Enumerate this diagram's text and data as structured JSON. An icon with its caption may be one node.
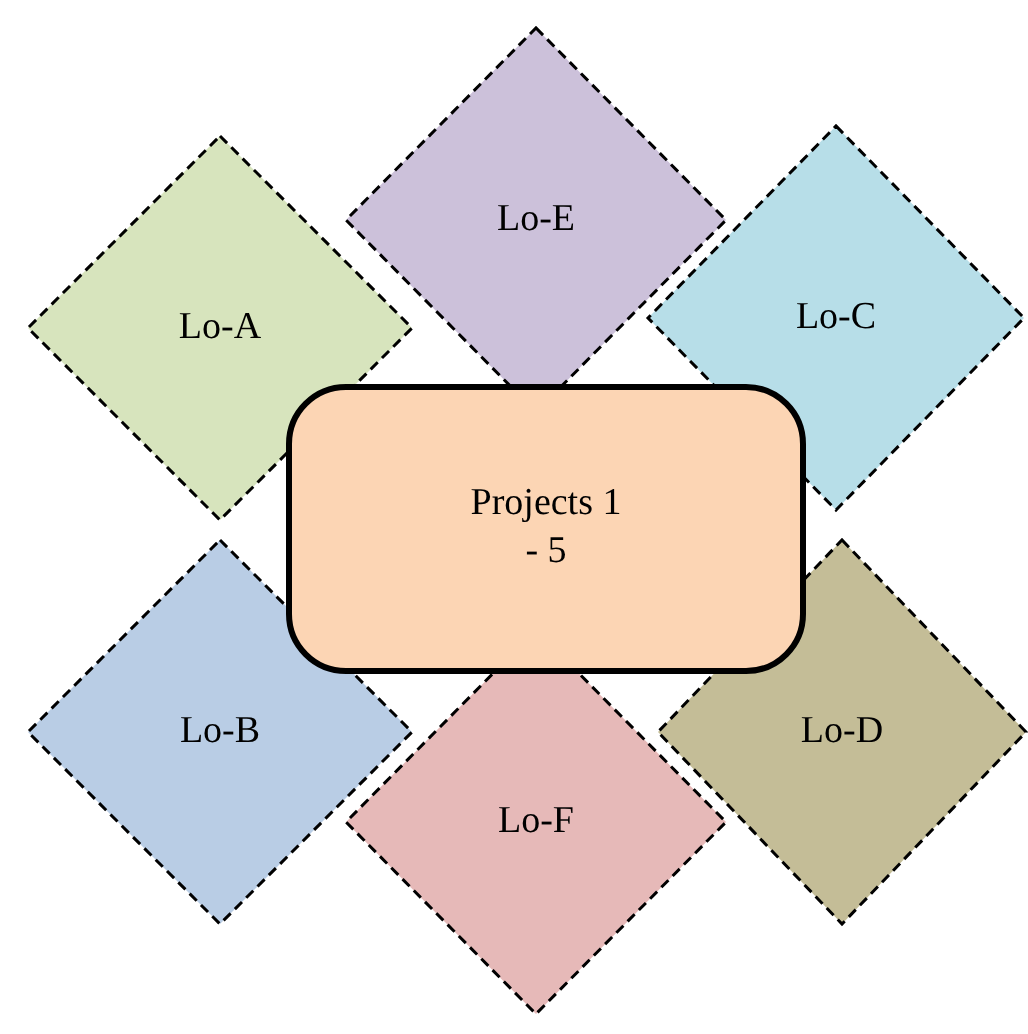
{
  "diagram": {
    "nodes": [
      {
        "text": [
          "Lo-E"
        ]
      },
      {
        "text": [
          "Lo-A"
        ]
      },
      {
        "text": [
          "Lo-C"
        ]
      },
      {
        "text": [
          "Projects 1 - 5"
        ]
      },
      {
        "text": [
          "Lo-B"
        ]
      },
      {
        "text": [
          "Lo-D"
        ]
      },
      {
        "text": [
          "Lo-F"
        ]
      }
    ]
  }
}
